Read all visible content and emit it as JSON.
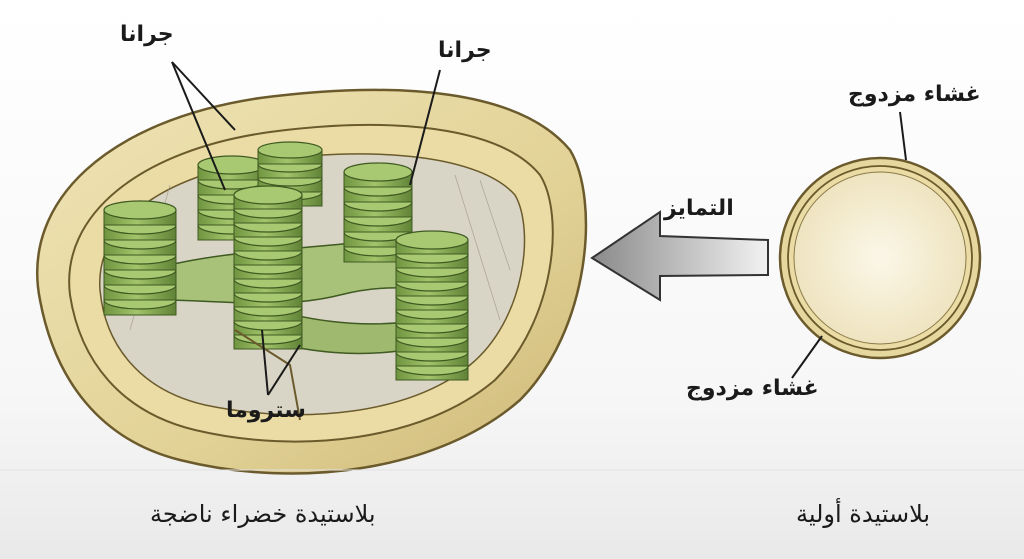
{
  "labels": {
    "grana_left": "جرانا",
    "grana_right": "جرانا",
    "stroma": "ستروما",
    "double_membrane_top": "غشاء مزدوج",
    "double_membrane_bottom": "غشاء مزدوج",
    "differentiation": "التمايز",
    "mature_chloroplast": "بلاستيدة خضراء ناضجة",
    "proplastid": "بلاستيدة أولية"
  },
  "colors": {
    "background": "#ffffff",
    "outer_membrane": "#e9dca6",
    "membrane_stroke": "#6b5a2c",
    "interior": "#d7d3c3",
    "granum_green": "#8fb35a",
    "granum_dark": "#3f5a22",
    "stroma_lamella": "#a9c27a",
    "proplastid_fill": "#f7f1d8",
    "arrow_fill": "#bdbdbd"
  }
}
